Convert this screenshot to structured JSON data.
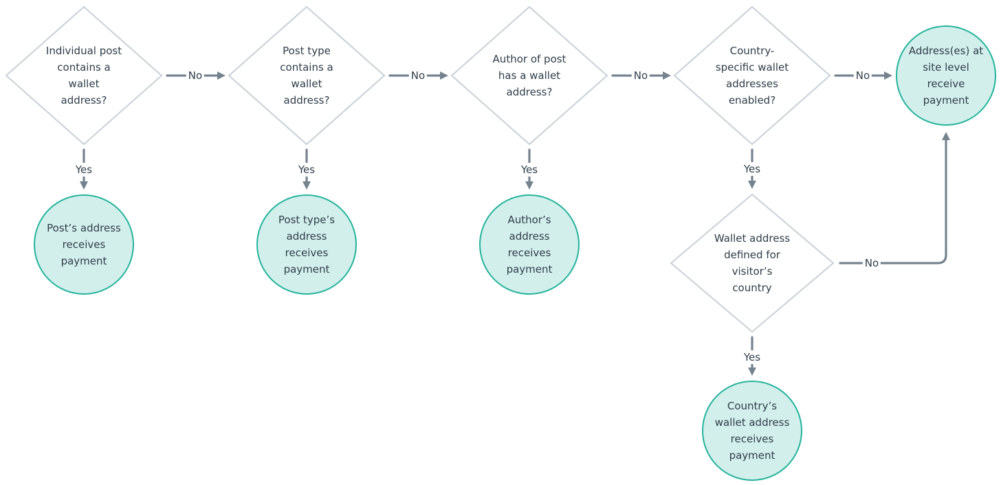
{
  "diagram": {
    "decisions": {
      "individual_post": "Individual post\ncontains a\nwallet\naddress?",
      "post_type": "Post type\ncontains a\nwallet\naddress?",
      "author": "Author of post\nhas a wallet\naddress?",
      "country_enabled": "Country-\nspecific wallet\naddresses\nenabled?",
      "country_defined": "Wallet address\ndefined for\nvisitor’s\ncountry"
    },
    "outcomes": {
      "post_address": "Post’s address\nreceives\npayment",
      "post_type_address": "Post type’s\naddress\nreceives\npayment",
      "author_address": "Author’s\naddress\nreceives\npayment",
      "site_level": "Address(es) at\nsite level\nreceive\npayment",
      "country_address": "Country’s\nwallet address\nreceives\npayment"
    },
    "edge_labels": {
      "yes": "Yes",
      "no": "No"
    }
  },
  "colors": {
    "decision_border": "#c7d1d8",
    "outcome_fill": "#d3efec",
    "outcome_border": "#23b39b",
    "connector": "#75838f",
    "text": "#2f3d49"
  }
}
